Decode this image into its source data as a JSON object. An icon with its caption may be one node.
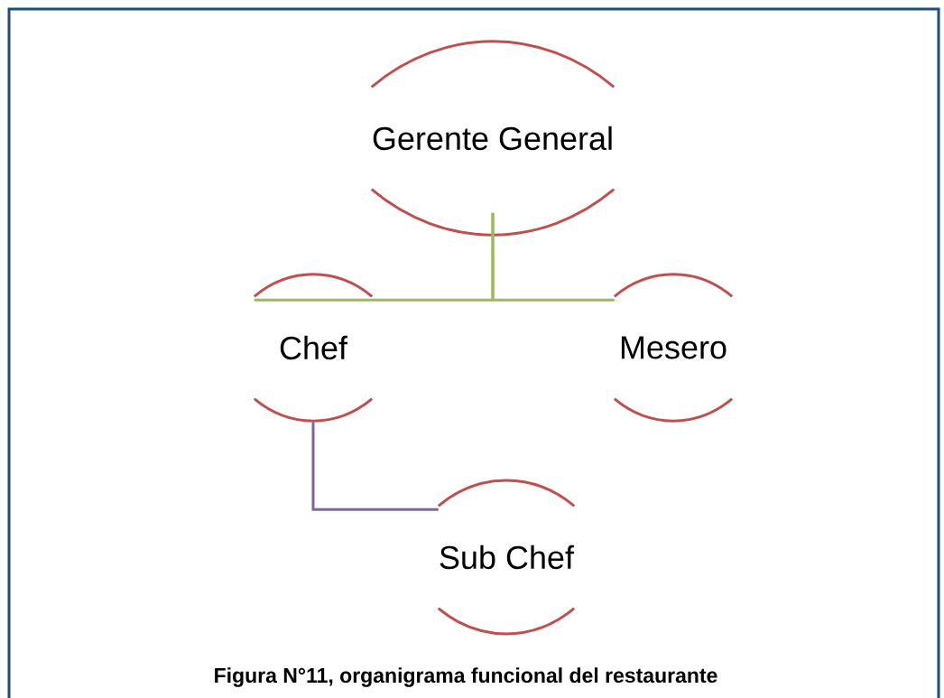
{
  "diagram": {
    "caption": "Figura N°11, organigrama funcional del restaurante",
    "nodes": [
      {
        "text": [
          "Gerente General"
        ]
      },
      {
        "text": [
          "Chef"
        ]
      },
      {
        "text": [
          "Mesero"
        ]
      },
      {
        "text": [
          "Sub Chef"
        ]
      }
    ],
    "edges": [
      {
        "from": 0,
        "to": 1,
        "arrow": "none"
      },
      {
        "from": 0,
        "to": 2,
        "arrow": "none"
      },
      {
        "from": 1,
        "to": 3,
        "arrow": "none",
        "color": "#8064a2"
      }
    ]
  }
}
